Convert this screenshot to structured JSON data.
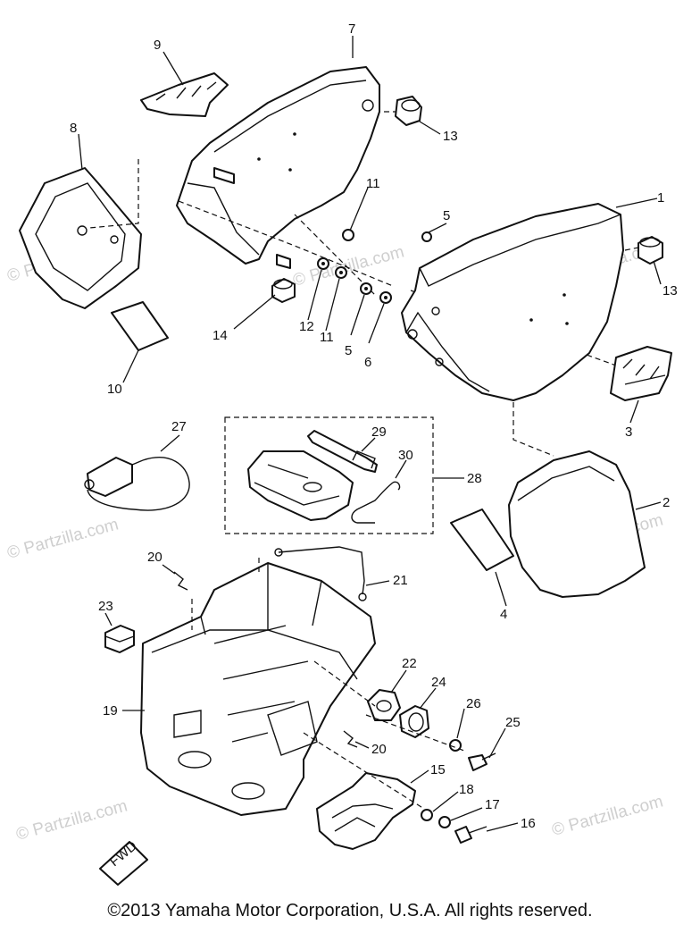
{
  "watermark": "© Partzilla.com",
  "copyright": "©2013 Yamaha Motor Corporation, U.S.A. All rights reserved.",
  "fwd_label": "FWD",
  "callouts": {
    "c1": "1",
    "c2": "2",
    "c3": "3",
    "c4": "4",
    "c5a": "5",
    "c5b": "5",
    "c6": "6",
    "c7": "7",
    "c8": "8",
    "c9": "9",
    "c10": "10",
    "c11a": "11",
    "c11b": "11",
    "c12": "12",
    "c13a": "13",
    "c13b": "13",
    "c14": "14",
    "c15": "15",
    "c16": "16",
    "c17": "17",
    "c18": "18",
    "c19": "19",
    "c20a": "20",
    "c20b": "20",
    "c21": "21",
    "c22": "22",
    "c23": "23",
    "c24": "24",
    "c25": "25",
    "c26": "26",
    "c27": "27",
    "c28": "28",
    "c29": "29",
    "c30": "30"
  }
}
